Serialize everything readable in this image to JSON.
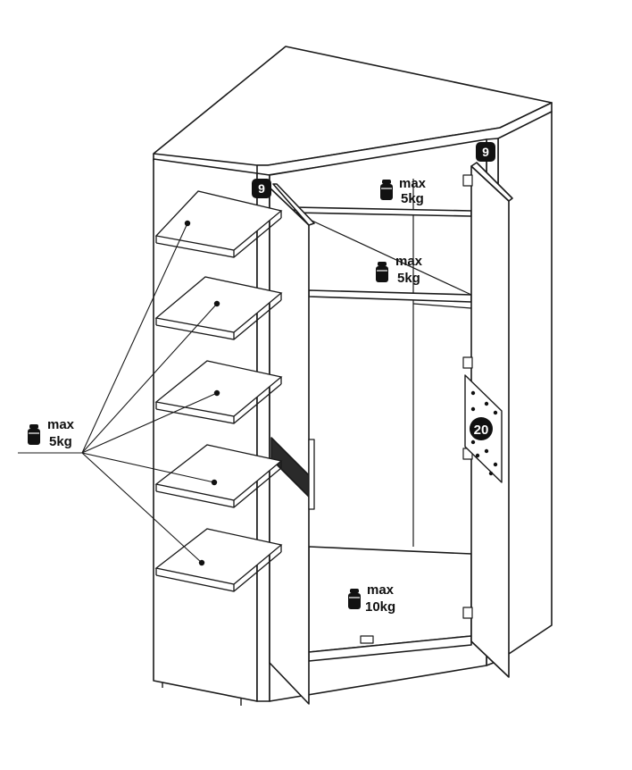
{
  "load_labels": {
    "top_shelf": {
      "line1": "max",
      "line2": "5kg"
    },
    "middle_shelf": {
      "line1": "max",
      "line2": "5kg"
    },
    "bottom": {
      "line1": "max",
      "line2": "10kg"
    },
    "side_shelves": {
      "line1": "max",
      "line2": "5kg"
    }
  },
  "part_badges": {
    "left_hinge": "9",
    "right_hinge": "9",
    "mirror_panel": "20"
  },
  "colors": {
    "line": "#1a1a1a",
    "fill": "#ffffff",
    "badge": "#111111"
  }
}
